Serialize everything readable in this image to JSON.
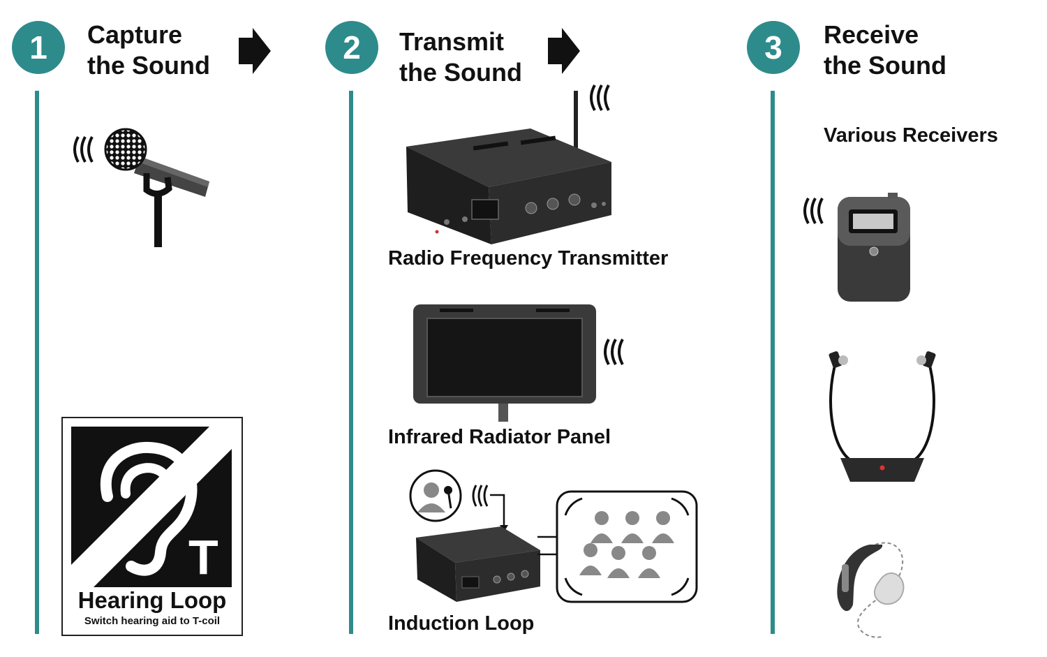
{
  "steps": [
    {
      "number": "1",
      "title_line1": "Capture",
      "title_line2": "the Sound"
    },
    {
      "number": "2",
      "title_line1": "Transmit",
      "title_line2": "the Sound"
    },
    {
      "number": "3",
      "title_line1": "Receive",
      "title_line2": "the Sound"
    }
  ],
  "devices": {
    "rf_transmitter": "Radio Frequency Transmitter",
    "ir_panel": "Infrared Radiator Panel",
    "induction_loop": "Induction Loop",
    "receivers": "Various Receivers"
  },
  "sign": {
    "title": "Hearing Loop",
    "subtitle": "Switch hearing aid to T-coil",
    "letter": "T"
  },
  "colors": {
    "accent": "#2e8b8b",
    "device": "#2a2a2a",
    "text": "#111111"
  },
  "icons": [
    "microphone-icon",
    "sound-waves-icon",
    "arrow-right-icon",
    "ear-icon",
    "person-icon",
    "audience-icon",
    "receiver-icon",
    "headset-icon",
    "hearing-aid-icon"
  ]
}
